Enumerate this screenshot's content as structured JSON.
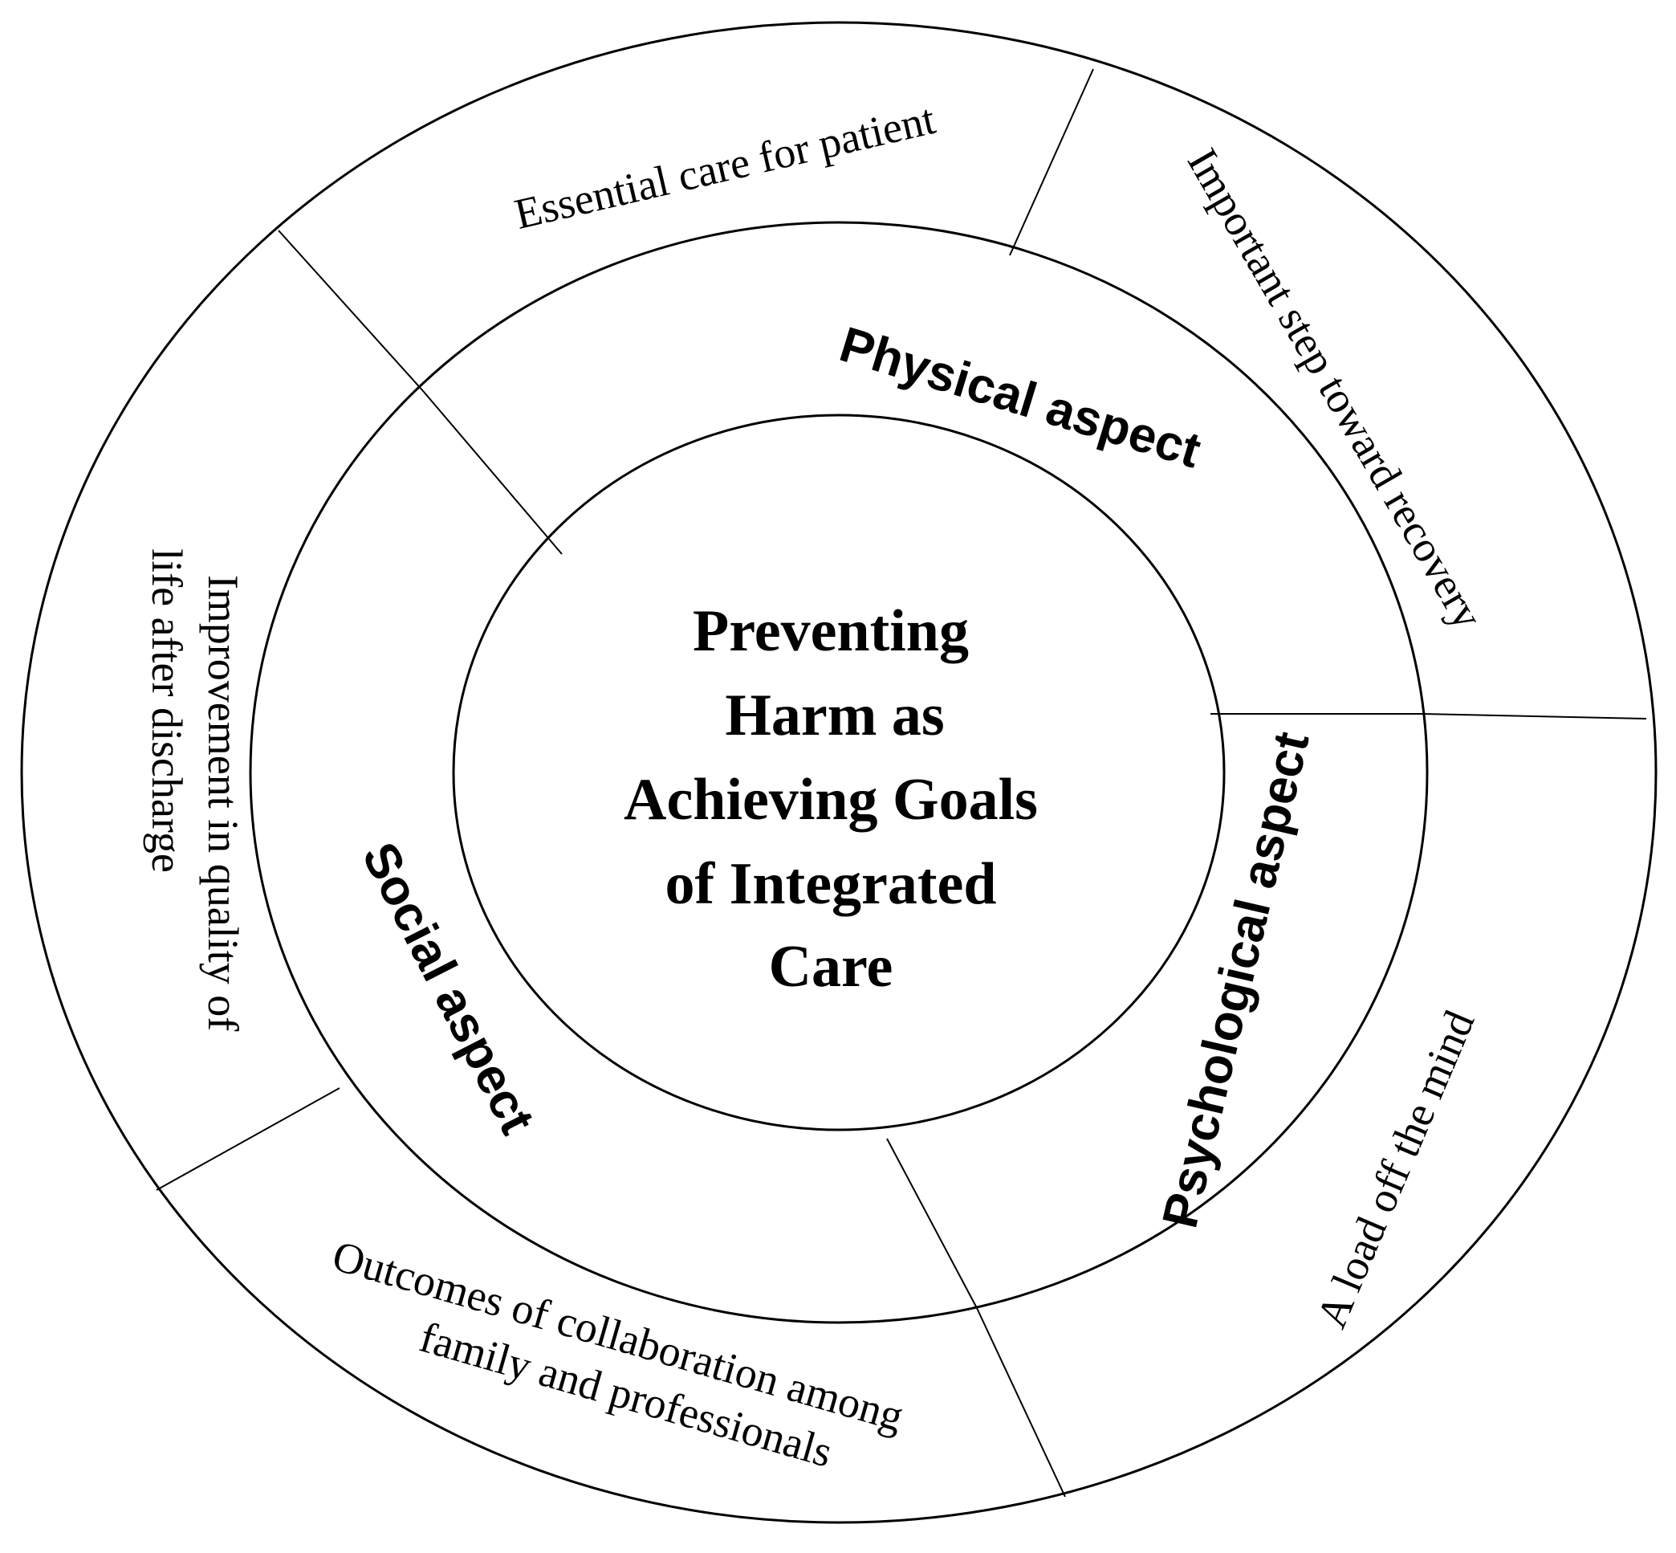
{
  "center": {
    "lines": [
      "Preventing",
      "Harm as",
      "Achieving Goals",
      "of Integrated",
      "Care"
    ]
  },
  "aspects": {
    "physical": "Physical aspect",
    "psychological": "Psychological aspect",
    "social": "Social aspect"
  },
  "outcomes": {
    "essential_care": "Essential care for patient",
    "recovery": "Important step toward recovery",
    "load_off": "A load off the mind",
    "collaboration_line1": "Outcomes of collaboration among",
    "collaboration_line2": "family and professionals",
    "quality_line1": "Improvement in quality of",
    "quality_line2": "life after discharge"
  },
  "colors": {
    "stroke": "#000000",
    "background": "#ffffff"
  }
}
